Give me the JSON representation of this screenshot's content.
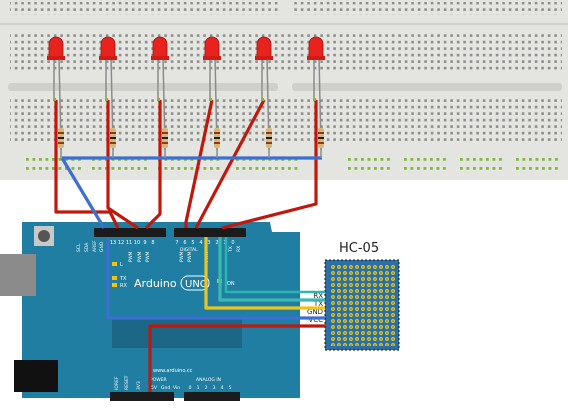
{
  "board": {
    "brand": "Arduino",
    "model": "UNO",
    "website": "www.arduino.cc",
    "on_label": "ON",
    "digital_label": "DIGITAL",
    "aref_label": "AREF",
    "gnd_label": "GND",
    "scl_label": "SCL",
    "sda_label": "SDA",
    "tx_label": "TX",
    "rx_label": "RX",
    "l_label": "L",
    "power_label": "POWER",
    "analog_label": "ANALOG IN",
    "reset_label": "RESET",
    "v33_label": "3V3",
    "v5_label": "5V",
    "gnd_bottom": "Gnd",
    "vin_label": "Vin",
    "ioref_label": "IOREF",
    "pin_numbers": [
      "13",
      "12",
      "11",
      "10",
      "9",
      "8",
      "7",
      "6",
      "5",
      "4",
      "3",
      "2",
      "1",
      "0"
    ],
    "analog_numbers": [
      "0",
      "1",
      "2",
      "3",
      "4",
      "5"
    ]
  },
  "module": {
    "name": "HC-05",
    "pins": [
      "RX",
      "TX",
      "GND",
      "VCC"
    ]
  },
  "leds": {
    "count": 6,
    "color": "#e8231e"
  },
  "wires": {
    "red": "#c0180c",
    "blue": "#3b6fd1",
    "green_blue": "#3db8b0",
    "yellow": "#f0c416",
    "green": "#7fb93d"
  },
  "colors": {
    "breadboard": "#e4e4e0",
    "arduino": "#1f7ea1",
    "module": "#2a6fa6"
  }
}
